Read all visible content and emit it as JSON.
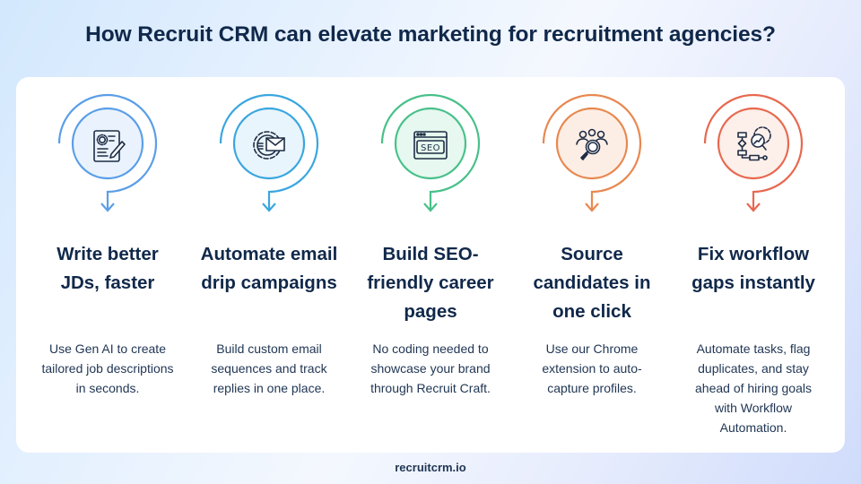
{
  "title": "How Recruit CRM can elevate marketing for recruitment agencies?",
  "footer": "recruitcrm.io",
  "features": [
    {
      "heading": "Write better JDs, faster",
      "heading_lines": [
        "Write",
        "better JDs,",
        "faster"
      ],
      "description": "Use Gen AI to create tailored job descriptions in seconds.",
      "icon": "document-gear-pencil-icon",
      "color": "#5a9ee8",
      "fill": "#eaf3fd"
    },
    {
      "heading": "Automate email drip campaigns",
      "heading_lines": [
        "Automate",
        "email drip",
        "campaigns"
      ],
      "description": "Build custom email sequences and track replies in one place.",
      "icon": "gear-email-icon",
      "color": "#3aa6df",
      "fill": "#e8f5fc"
    },
    {
      "heading": "Build SEO-friendly career pages",
      "heading_lines": [
        "Build SEO-",
        "friendly",
        "career pages"
      ],
      "description": "No coding needed to showcase your brand through Recruit Craft.",
      "icon": "seo-browser-icon",
      "color": "#48c08a",
      "fill": "#e6f8ef"
    },
    {
      "heading": "Source candidates in one click",
      "heading_lines": [
        "Source",
        "candidates in",
        "one click"
      ],
      "description": "Use our Chrome extension to auto-capture profiles.",
      "icon": "people-search-icon",
      "color": "#e8884f",
      "fill": "#fdeee5"
    },
    {
      "heading": "Fix workflow gaps instantly",
      "heading_lines": [
        "Fix workflow",
        "gaps",
        "instantly"
      ],
      "description": "Automate tasks, flag duplicates, and stay ahead of hiring goals with Workflow Automation.",
      "icon": "workflow-analysis-icon",
      "color": "#e8684f",
      "fill": "#fdefea"
    }
  ]
}
